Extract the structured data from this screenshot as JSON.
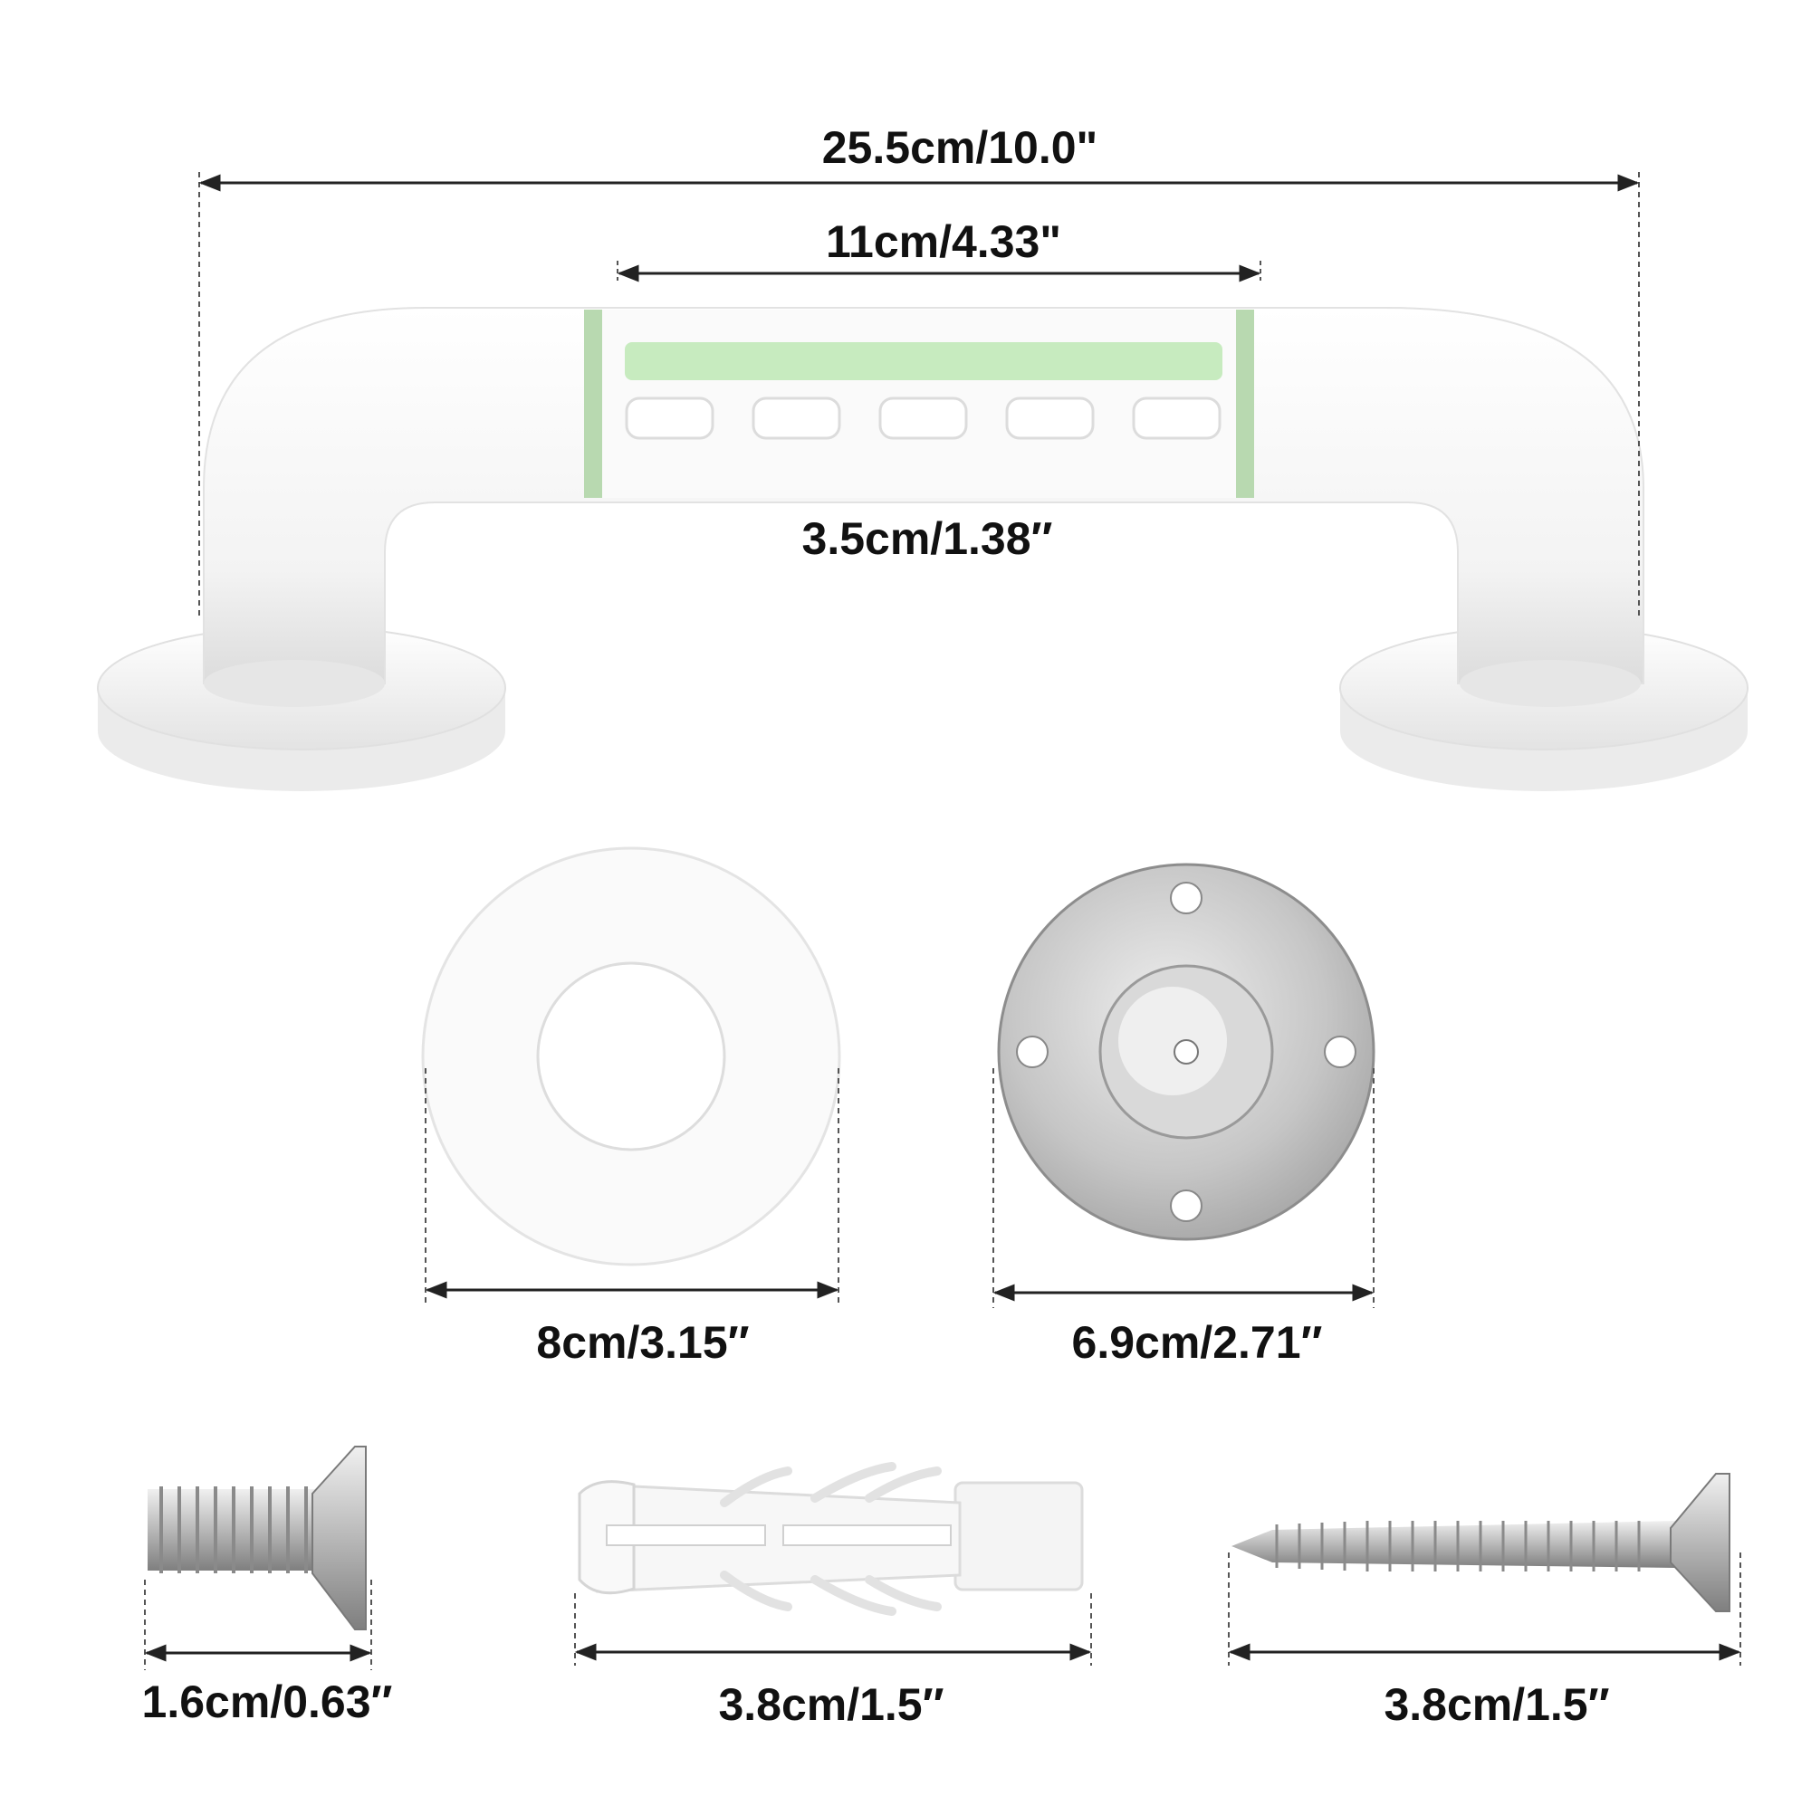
{
  "colors": {
    "background": "#ffffff",
    "product_white": "#f7f7f7",
    "accent_green": "#bfe6b8",
    "stripe_green": "#9ccc93",
    "metal": "#c9c9c9",
    "dimension_line": "#222222"
  },
  "grab_bar": {
    "total_length_label": "25.5cm/10.0\"",
    "grip_length_label": "11cm/4.33\"",
    "diameter_label": "3.5cm/1.38″"
  },
  "parts": {
    "cover_plate_label": "8cm/3.15″",
    "mounting_plate_label": "6.9cm/2.71″",
    "machine_screw_label": "1.6cm/0.63″",
    "wall_anchor_label": "3.8cm/1.5″",
    "wood_screw_label": "3.8cm/1.5″"
  }
}
